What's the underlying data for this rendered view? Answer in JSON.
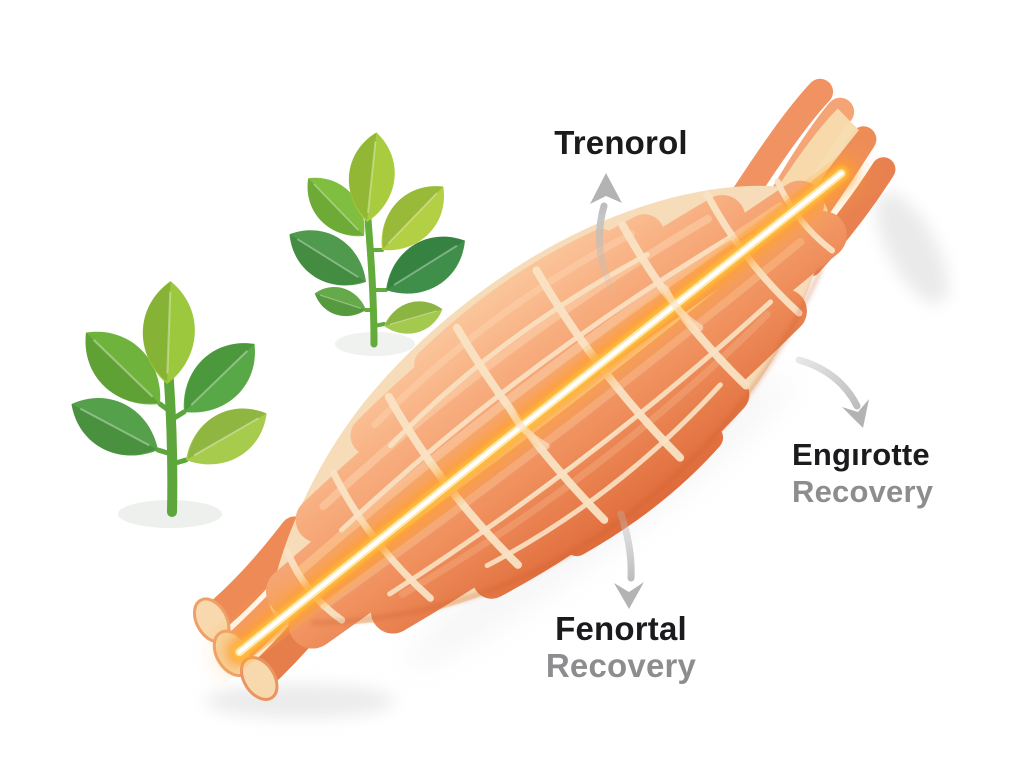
{
  "scene": {
    "type": "supplement-muscle-recovery-diagram",
    "background_color": "#FFFFFF"
  },
  "labels": {
    "trenorol": {
      "title": "Trenorol"
    },
    "engirotte": {
      "title": "Engırotte",
      "subtitle": "Recovery"
    },
    "fenortal": {
      "title": "Fenortal",
      "subtitle": "Recovery"
    }
  },
  "icons": {
    "muscle": "muscle-fiber-illustration",
    "plant_small": "sprout-plant-icon",
    "plant_large": "sprout-plant-icon",
    "arrow_trenorol": "curved-arrow-up-icon",
    "arrow_engirotte": "curved-arrow-down-right-icon",
    "arrow_fenortal": "curved-arrow-down-icon"
  },
  "palette": {
    "label_primary": "#1B1B1D",
    "label_secondary": "#8D8D8F",
    "arrow_gray": "#BDBDBD",
    "muscle_main": "#F39A6B",
    "muscle_highlight": "#FBC89E",
    "muscle_deep": "#E06C3C",
    "fascia_cream": "#FAE3C4",
    "tendon_cream": "#F7D7AB",
    "glow_core": "#FFFFFF",
    "glow_yellow": "#FFC13B",
    "glow_orange": "#FF9D2E",
    "leaf_light": "#A9CC3E",
    "leaf_mid": "#6FB33D",
    "leaf_dark": "#4F9A4C",
    "stem_green": "#5CA63B",
    "shadow_gray": "#DDDDDD"
  }
}
